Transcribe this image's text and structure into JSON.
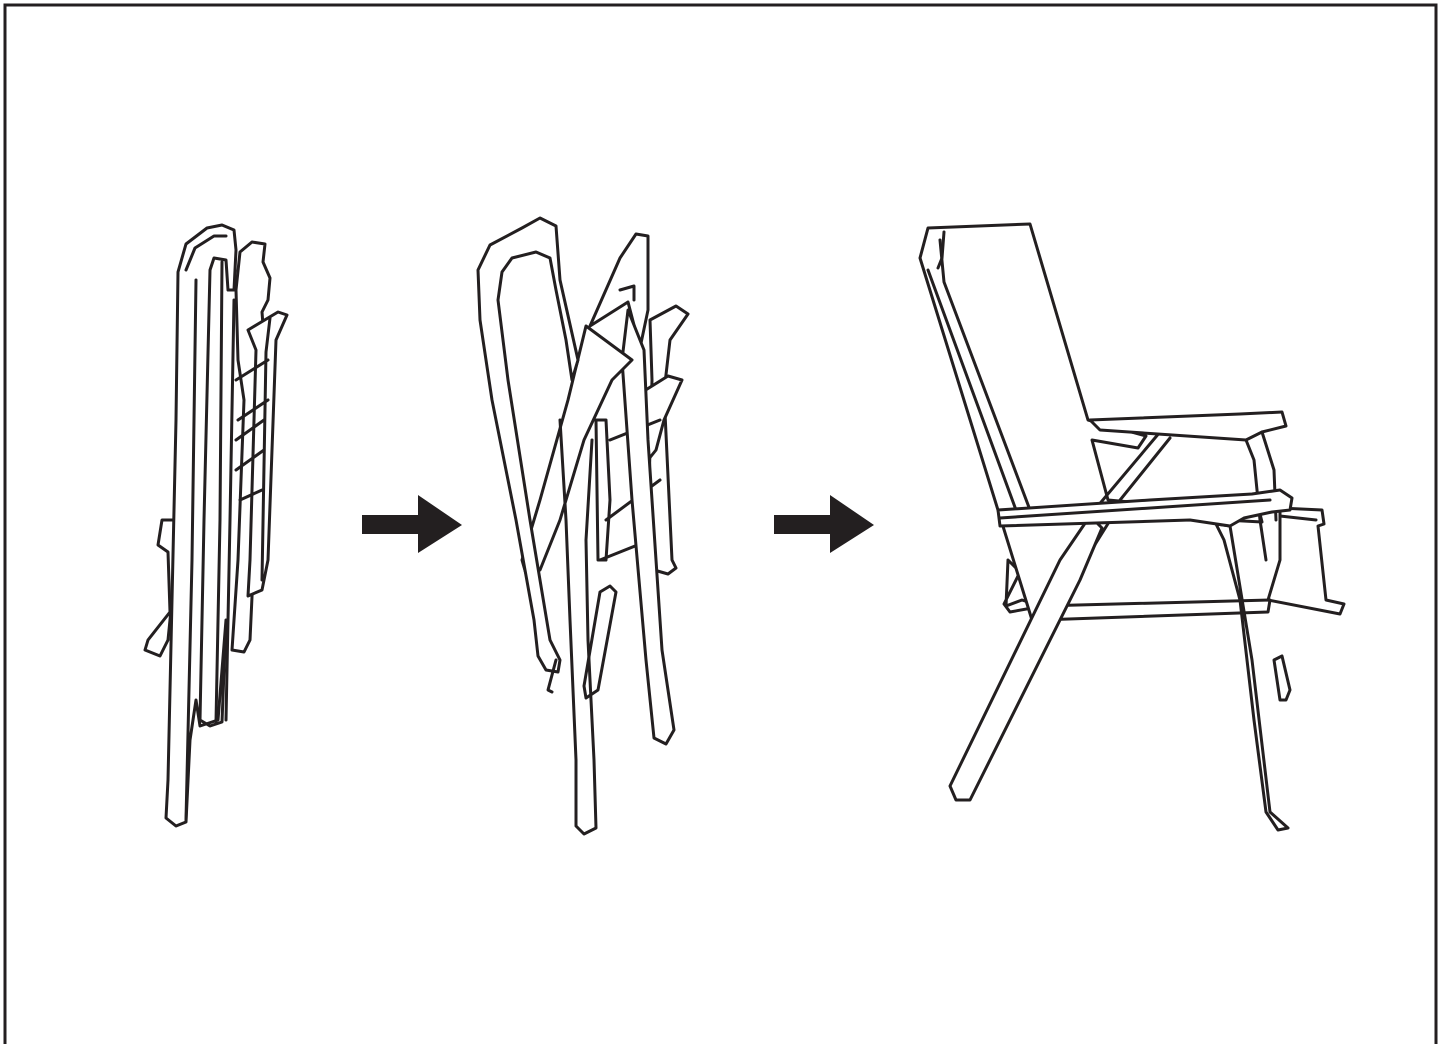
{
  "figure": {
    "steps": [
      {
        "state": "folded",
        "icon": "folded-chair-icon"
      },
      {
        "state": "unfolding",
        "icon": "half-open-chair-icon"
      },
      {
        "state": "open",
        "icon": "open-chair-icon"
      }
    ],
    "connectors": [
      "right-arrow-icon",
      "right-arrow-icon"
    ],
    "colors": {
      "line": "#231f20",
      "background": "#ffffff"
    }
  }
}
